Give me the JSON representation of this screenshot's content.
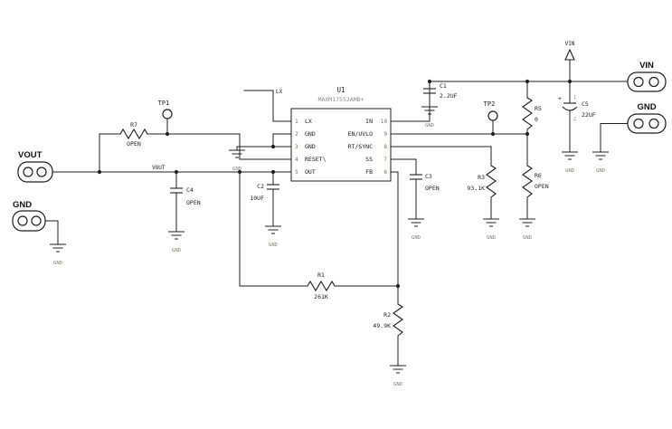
{
  "schematic": {
    "u1": {
      "ref": "U1",
      "part": "MAXM17552AMB+",
      "pins_left": [
        {
          "num": "1",
          "name": "LX"
        },
        {
          "num": "2",
          "name": "GND"
        },
        {
          "num": "3",
          "name": "GND"
        },
        {
          "num": "4",
          "name": "RESET\\"
        },
        {
          "num": "5",
          "name": "OUT"
        }
      ],
      "pins_right": [
        {
          "num": "10",
          "name": "IN"
        },
        {
          "num": "9",
          "name": "EN/UVLO"
        },
        {
          "num": "8",
          "name": "RT/SYNC"
        },
        {
          "num": "7",
          "name": "SS"
        },
        {
          "num": "6",
          "name": "FB"
        }
      ]
    },
    "resistors": {
      "r1": {
        "ref": "R1",
        "value": "261K"
      },
      "r2": {
        "ref": "R2",
        "value": "49.9K"
      },
      "r3": {
        "ref": "R3",
        "value": "93.1K"
      },
      "r5": {
        "ref": "R5",
        "value": "0"
      },
      "r6": {
        "ref": "R6",
        "value": "OPEN"
      },
      "r7": {
        "ref": "R7",
        "value": "OPEN"
      }
    },
    "capacitors": {
      "c1": {
        "ref": "C1",
        "value": "2.2UF"
      },
      "c2": {
        "ref": "C2",
        "value": "10UF"
      },
      "c3": {
        "ref": "C3",
        "value": "OPEN"
      },
      "c4": {
        "ref": "C4",
        "value": "OPEN"
      },
      "c5": {
        "ref": "C5",
        "value": "22UF",
        "plus": "+",
        "pin1": "1",
        "pin2": "2"
      }
    },
    "testpoints": {
      "tp1": "TP1",
      "tp2": "TP2"
    },
    "ports": {
      "vout": "VOUT",
      "gnd_left": "GND",
      "vin": "VIN",
      "gnd_right": "GND"
    },
    "nets": {
      "vout": "VOUT",
      "lx": "LX",
      "vin": "VIN"
    },
    "gnd_label": "GND"
  }
}
